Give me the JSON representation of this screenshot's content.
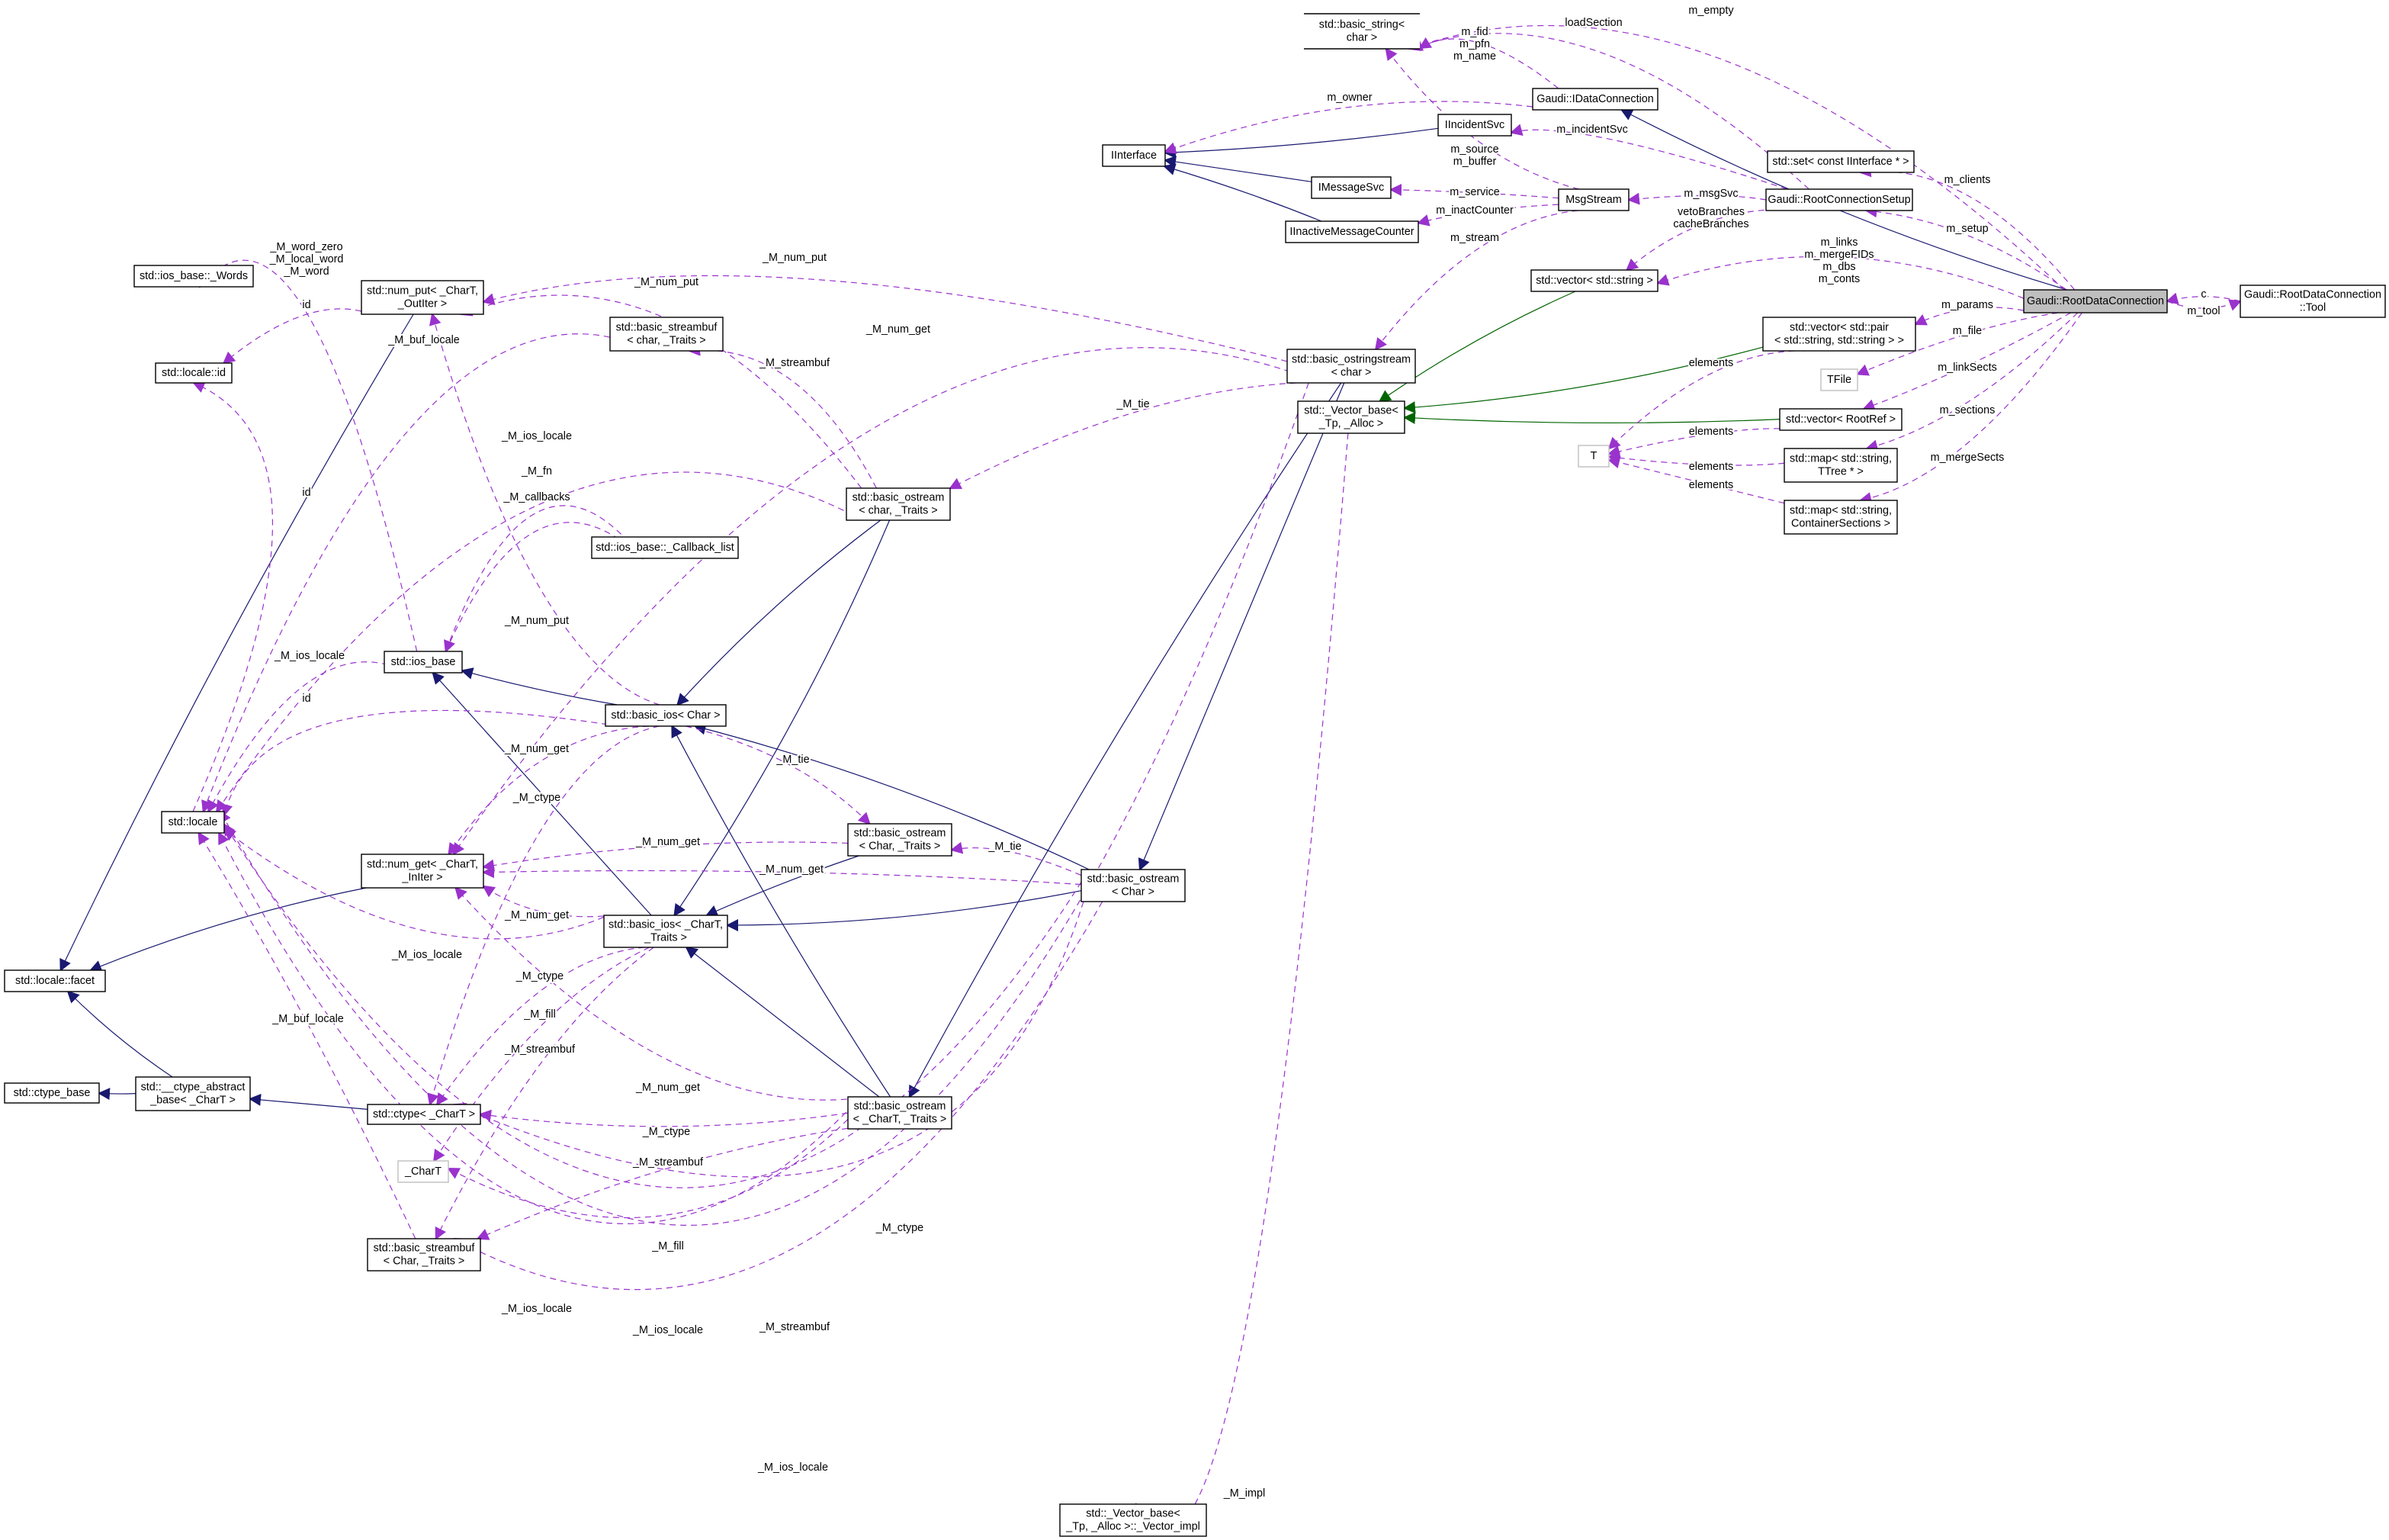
{
  "colors": {
    "inheritance": "#191970",
    "template_inheritance": "#006400",
    "usage": "#9a32cd",
    "current_node": "#bfbfbf"
  },
  "nodes": {
    "basic_string": {
      "lines": [
        "std::basic_string<",
        "char >"
      ]
    },
    "IDataConnection": {
      "lines": [
        "Gaudi::IDataConnection"
      ]
    },
    "IIncidentSvc": {
      "lines": [
        "IIncidentSvc"
      ]
    },
    "IInterface": {
      "lines": [
        "IInterface"
      ]
    },
    "IMessageSvc": {
      "lines": [
        "IMessageSvc"
      ]
    },
    "IInactiveMessageCounter": {
      "lines": [
        "IInactiveMessageCounter"
      ]
    },
    "MsgStream": {
      "lines": [
        "MsgStream"
      ]
    },
    "RootConnectionSetup": {
      "lines": [
        "Gaudi::RootConnectionSetup"
      ]
    },
    "set_IInterface": {
      "lines": [
        "std::set< const IInterface * >"
      ]
    },
    "vector_string": {
      "lines": [
        "std::vector< std::string >"
      ]
    },
    "RootDataConnection": {
      "lines": [
        "Gaudi::RootDataConnection"
      ],
      "current": true
    },
    "Tool": {
      "lines": [
        "Gaudi::RootDataConnection",
        "::Tool"
      ]
    },
    "vector_pair": {
      "lines": [
        "std::vector< std::pair",
        "< std::string, std::string > >"
      ]
    },
    "TFile": {
      "lines": [
        "TFile"
      ],
      "external": true
    },
    "vector_RootRef": {
      "lines": [
        "std::vector< RootRef >"
      ]
    },
    "T": {
      "lines": [
        "T"
      ],
      "external": true
    },
    "map_TTree": {
      "lines": [
        "std::map< std::string,",
        "TTree * >"
      ]
    },
    "map_ContainerSections": {
      "lines": [
        "std::map< std::string,",
        "ContainerSections >"
      ]
    },
    "basic_ostringstream": {
      "lines": [
        "std::basic_ostringstream",
        "< char >"
      ]
    },
    "Vector_base": {
      "lines": [
        "std::_Vector_base<",
        "_Tp, _Alloc >"
      ]
    },
    "Vector_impl": {
      "lines": [
        "std::_Vector_base<",
        "_Tp, _Alloc >::_Vector_impl"
      ]
    },
    "Words": {
      "lines": [
        "std::ios_base::_Words"
      ]
    },
    "num_put": {
      "lines": [
        "std::num_put< _CharT,",
        "_OutIter >"
      ]
    },
    "locale_id": {
      "lines": [
        "std::locale::id"
      ]
    },
    "basic_streambuf_char": {
      "lines": [
        "std::basic_streambuf",
        "< char, _Traits >"
      ]
    },
    "basic_ostream_char_Traits": {
      "lines": [
        "std::basic_ostream",
        "< char, _Traits >"
      ]
    },
    "Callback_list": {
      "lines": [
        "std::ios_base::_Callback_list"
      ]
    },
    "ios_base": {
      "lines": [
        "std::ios_base"
      ]
    },
    "basic_ios_Char": {
      "lines": [
        "std::basic_ios< Char >"
      ]
    },
    "locale": {
      "lines": [
        "std::locale"
      ]
    },
    "num_get": {
      "lines": [
        "std::num_get< _CharT,",
        "_InIter >"
      ]
    },
    "basic_ostream_Char_Traits": {
      "lines": [
        "std::basic_ostream",
        "< Char, _Traits >"
      ]
    },
    "basic_ostream_Char": {
      "lines": [
        "std::basic_ostream",
        "< Char >"
      ]
    },
    "basic_ios_CharT_Traits": {
      "lines": [
        "std::basic_ios< _CharT,",
        "_Traits >"
      ]
    },
    "locale_facet": {
      "lines": [
        "std::locale::facet"
      ]
    },
    "ctype_base": {
      "lines": [
        "std::ctype_base"
      ]
    },
    "ctype_abstract_base": {
      "lines": [
        "std::__ctype_abstract",
        "_base< _CharT >"
      ]
    },
    "ctype": {
      "lines": [
        "std::ctype< _CharT >"
      ]
    },
    "CharT": {
      "lines": [
        "_CharT"
      ],
      "external": true
    },
    "basic_ostream_CharT_Traits": {
      "lines": [
        "std::basic_ostream",
        "< _CharT, _Traits >"
      ]
    },
    "basic_streambuf_Char": {
      "lines": [
        "std::basic_streambuf",
        "< Char, _Traits >"
      ]
    }
  },
  "edges": [
    {
      "from": "RootDataConnection",
      "to": "IDataConnection",
      "kind": "inheritance",
      "label": ""
    },
    {
      "from": "IIncidentSvc",
      "to": "IInterface",
      "kind": "inheritance",
      "label": ""
    },
    {
      "from": "IMessageSvc",
      "to": "IInterface",
      "kind": "inheritance",
      "label": ""
    },
    {
      "from": "IInactiveMessageCounter",
      "to": "IInterface",
      "kind": "inheritance",
      "label": ""
    },
    {
      "from": "vector_string",
      "to": "Vector_base",
      "kind": "template",
      "label": ""
    },
    {
      "from": "vector_pair",
      "to": "Vector_base",
      "kind": "template",
      "label": ""
    },
    {
      "from": "vector_RootRef",
      "to": "Vector_base",
      "kind": "template",
      "label": ""
    },
    {
      "from": "basic_ostringstream",
      "to": "basic_ostream_Char",
      "kind": "inheritance",
      "label": ""
    },
    {
      "from": "basic_ostringstream",
      "to": "basic_ostream_CharT_Traits",
      "kind": "inheritance",
      "label": ""
    },
    {
      "from": "basic_ostream_char_Traits",
      "to": "basic_ios_Char",
      "kind": "inheritance",
      "label": ""
    },
    {
      "from": "basic_ostream_char_Traits",
      "to": "basic_ios_CharT_Traits",
      "kind": "inheritance",
      "label": ""
    },
    {
      "from": "basic_ios_Char",
      "to": "ios_base",
      "kind": "inheritance",
      "label": ""
    },
    {
      "from": "basic_ios_CharT_Traits",
      "to": "ios_base",
      "kind": "inheritance",
      "label": ""
    },
    {
      "from": "basic_ostream_Char_Traits",
      "to": "basic_ios_CharT_Traits",
      "kind": "inheritance",
      "label": ""
    },
    {
      "from": "basic_ostream_Char",
      "to": "basic_ios_Char",
      "kind": "inheritance",
      "label": ""
    },
    {
      "from": "basic_ostream_Char",
      "to": "basic_ios_CharT_Traits",
      "kind": "inheritance",
      "label": ""
    },
    {
      "from": "basic_ostream_CharT_Traits",
      "to": "basic_ios_Char",
      "kind": "inheritance",
      "label": ""
    },
    {
      "from": "basic_ostream_CharT_Traits",
      "to": "basic_ios_CharT_Traits",
      "kind": "inheritance",
      "label": ""
    },
    {
      "from": "num_put",
      "to": "locale_facet",
      "kind": "inheritance",
      "label": ""
    },
    {
      "from": "num_get",
      "to": "locale_facet",
      "kind": "inheritance",
      "label": ""
    },
    {
      "from": "ctype_abstract_base",
      "to": "locale_facet",
      "kind": "inheritance",
      "label": ""
    },
    {
      "from": "ctype_abstract_base",
      "to": "ctype_base",
      "kind": "inheritance",
      "label": ""
    },
    {
      "from": "ctype",
      "to": "ctype_abstract_base",
      "kind": "inheritance",
      "label": ""
    },
    {
      "from": "RootDataConnection",
      "to": "basic_string",
      "kind": "usage",
      "label": "m_empty"
    },
    {
      "from": "RootConnectionSetup",
      "to": "basic_string",
      "kind": "usage",
      "label": "loadSection"
    },
    {
      "from": "IDataConnection",
      "to": "basic_string",
      "kind": "usage",
      "label": "m_fid\nm_pfn\nm_name"
    },
    {
      "from": "IDataConnection",
      "to": "IInterface",
      "kind": "usage",
      "label": "m_owner"
    },
    {
      "from": "MsgStream",
      "to": "basic_string",
      "kind": "usage",
      "label": "m_source\nm_buffer"
    },
    {
      "from": "RootConnectionSetup",
      "to": "IIncidentSvc",
      "kind": "usage",
      "label": "m_incidentSvc"
    },
    {
      "from": "MsgStream",
      "to": "IMessageSvc",
      "kind": "usage",
      "label": "m_service"
    },
    {
      "from": "MsgStream",
      "to": "IInactiveMessageCounter",
      "kind": "usage",
      "label": "m_inactCounter"
    },
    {
      "from": "RootConnectionSetup",
      "to": "MsgStream",
      "kind": "usage",
      "label": "m_msgSvc"
    },
    {
      "from": "RootConnectionSetup",
      "to": "vector_string",
      "kind": "usage",
      "label": "vetoBranches\ncacheBranches"
    },
    {
      "from": "MsgStream",
      "to": "basic_ostringstream",
      "kind": "usage",
      "label": "m_stream"
    },
    {
      "from": "RootDataConnection",
      "to": "set_IInterface",
      "kind": "usage",
      "label": "m_clients"
    },
    {
      "from": "RootDataConnection",
      "to": "RootConnectionSetup",
      "kind": "usage",
      "label": "m_setup"
    },
    {
      "from": "RootDataConnection",
      "to": "vector_string",
      "kind": "usage",
      "label": "m_links\nm_mergeFIDs\nm_dbs\nm_conts"
    },
    {
      "from": "Tool",
      "to": "RootDataConnection",
      "kind": "usage",
      "label": "c"
    },
    {
      "from": "RootDataConnection",
      "to": "Tool",
      "kind": "usage",
      "label": "m_tool"
    },
    {
      "from": "RootDataConnection",
      "to": "vector_pair",
      "kind": "usage",
      "label": "m_params"
    },
    {
      "from": "RootDataConnection",
      "to": "TFile",
      "kind": "usage",
      "label": "m_file"
    },
    {
      "from": "RootDataConnection",
      "to": "vector_RootRef",
      "kind": "usage",
      "label": "m_linkSects"
    },
    {
      "from": "RootDataConnection",
      "to": "map_TTree",
      "kind": "usage",
      "label": "m_sections"
    },
    {
      "from": "RootDataConnection",
      "to": "map_ContainerSections",
      "kind": "usage",
      "label": "m_mergeSects"
    },
    {
      "from": "vector_pair",
      "to": "T",
      "kind": "usage",
      "label": "elements"
    },
    {
      "from": "vector_RootRef",
      "to": "T",
      "kind": "usage",
      "label": "elements"
    },
    {
      "from": "map_TTree",
      "to": "T",
      "kind": "usage",
      "label": "elements"
    },
    {
      "from": "map_ContainerSections",
      "to": "T",
      "kind": "usage",
      "label": "elements"
    },
    {
      "from": "Vector_base",
      "to": "Vector_impl",
      "kind": "usage",
      "label": "_M_impl"
    },
    {
      "from": "basic_ostringstream",
      "to": "num_put",
      "kind": "usage",
      "label": "_M_num_put"
    },
    {
      "from": "basic_ostringstream",
      "to": "basic_ostream_char_Traits",
      "kind": "usage",
      "label": "_M_tie"
    },
    {
      "from": "basic_ostringstream",
      "to": "num_get",
      "kind": "usage",
      "label": "_M_num_get"
    },
    {
      "from": "basic_ostringstream",
      "to": "locale",
      "kind": "usage",
      "label": "_M_ios_locale"
    },
    {
      "from": "num_put",
      "to": "locale_id",
      "kind": "usage",
      "label": "id"
    },
    {
      "from": "ios_base",
      "to": "Words",
      "kind": "usage",
      "label": "_M_word_zero\n_M_local_word\n_M_word"
    },
    {
      "from": "basic_streambuf_char",
      "to": "locale",
      "kind": "usage",
      "label": "_M_buf_locale"
    },
    {
      "from": "basic_ostream_char_Traits",
      "to": "num_put",
      "kind": "usage",
      "label": "_M_num_put"
    },
    {
      "from": "basic_ostream_char_Traits",
      "to": "basic_streambuf_char",
      "kind": "usage",
      "label": "_M_streambuf"
    },
    {
      "from": "basic_ostream_char_Traits",
      "to": "locale",
      "kind": "usage",
      "label": "_M_ios_locale"
    },
    {
      "from": "Callback_list",
      "to": "ios_base",
      "kind": "usage",
      "label": "_M_fn"
    },
    {
      "from": "ios_base",
      "to": "Callback_list",
      "kind": "usage",
      "label": "_M_callbacks"
    },
    {
      "from": "ios_base",
      "to": "locale",
      "kind": "usage",
      "label": "_M_ios_locale"
    },
    {
      "from": "locale",
      "to": "locale_id",
      "kind": "usage",
      "label": "id"
    },
    {
      "from": "basic_ios_Char",
      "to": "locale",
      "kind": "usage",
      "label": "id"
    },
    {
      "from": "basic_ios_Char",
      "to": "num_put",
      "kind": "usage",
      "label": "_M_num_put"
    },
    {
      "from": "basic_ios_Char",
      "to": "num_get",
      "kind": "usage",
      "label": "_M_num_get"
    },
    {
      "from": "basic_ios_Char",
      "to": "ctype",
      "kind": "usage",
      "label": "_M_ctype"
    },
    {
      "from": "basic_ios_Char",
      "to": "basic_ostream_Char_Traits",
      "kind": "usage",
      "label": "_M_tie"
    },
    {
      "from": "basic_ostream_Char_Traits",
      "to": "num_get",
      "kind": "usage",
      "label": "_M_num_get"
    },
    {
      "from": "basic_ostream_Char",
      "to": "basic_ostream_Char_Traits",
      "kind": "usage",
      "label": "_M_tie"
    },
    {
      "from": "basic_ostream_Char",
      "to": "num_get",
      "kind": "usage",
      "label": "_M_num_get"
    },
    {
      "from": "basic_ostream_Char",
      "to": "ctype",
      "kind": "usage",
      "label": "_M_ctype"
    },
    {
      "from": "basic_ostream_Char",
      "to": "basic_streambuf_Char",
      "kind": "usage",
      "label": "_M_streambuf"
    },
    {
      "from": "basic_ostream_Char",
      "to": "locale",
      "kind": "usage",
      "label": "_M_ios_locale"
    },
    {
      "from": "basic_ios_CharT_Traits",
      "to": "num_get",
      "kind": "usage",
      "label": "_M_num_get"
    },
    {
      "from": "basic_ios_CharT_Traits",
      "to": "locale",
      "kind": "usage",
      "label": "_M_ios_locale"
    },
    {
      "from": "basic_ios_CharT_Traits",
      "to": "ctype",
      "kind": "usage",
      "label": "_M_ctype"
    },
    {
      "from": "basic_ios_CharT_Traits",
      "to": "CharT",
      "kind": "usage",
      "label": "_M_fill"
    },
    {
      "from": "basic_ios_CharT_Traits",
      "to": "basic_streambuf_Char",
      "kind": "usage",
      "label": "_M_streambuf"
    },
    {
      "from": "basic_ostream_CharT_Traits",
      "to": "num_get",
      "kind": "usage",
      "label": "_M_num_get"
    },
    {
      "from": "basic_ostream_CharT_Traits",
      "to": "ctype",
      "kind": "usage",
      "label": "_M_ctype"
    },
    {
      "from": "basic_ostream_CharT_Traits",
      "to": "basic_streambuf_Char",
      "kind": "usage",
      "label": "_M_streambuf"
    },
    {
      "from": "basic_ostream_CharT_Traits",
      "to": "CharT",
      "kind": "usage",
      "label": "_M_fill"
    },
    {
      "from": "basic_ostream_CharT_Traits",
      "to": "locale",
      "kind": "usage",
      "label": "_M_ios_locale"
    },
    {
      "from": "basic_streambuf_Char",
      "to": "locale",
      "kind": "usage",
      "label": "_M_buf_locale"
    }
  ]
}
